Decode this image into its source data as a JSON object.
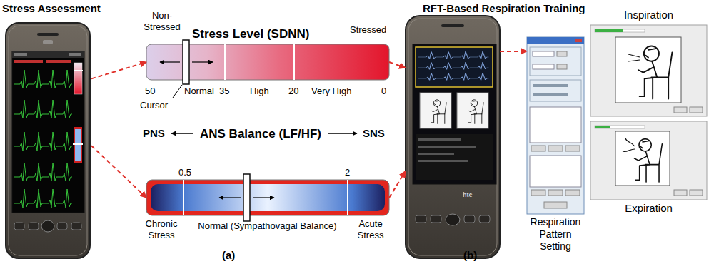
{
  "diagram": {
    "nodes": [
      {
        "text": [
          "Stress Assessment"
        ]
      },
      {
        "text": [
          "Stress Level (SDNN)"
        ]
      },
      {
        "text": [
          "ANS Balance (LF/HF)"
        ]
      },
      {
        "text": [
          "htc"
        ]
      },
      {
        "text": [
          "Respiration Pattern Setting"
        ]
      },
      {
        "text": [
          "Inspiration"
        ]
      },
      {
        "text": [
          "Expiration"
        ]
      }
    ],
    "edges": [
      {
        "from": 0,
        "to": 1,
        "arrow": "to"
      },
      {
        "from": 0,
        "to": 2,
        "arrow": "to"
      },
      {
        "from": 1,
        "to": 3,
        "arrow": "to"
      },
      {
        "from": 2,
        "to": 3,
        "arrow": "to"
      },
      {
        "from": 3,
        "to": 4,
        "arrow": "to"
      }
    ],
    "labels": [
      "Non-Stressed",
      "Stressed",
      "50",
      "35",
      "20",
      "0",
      "Normal",
      "High",
      "Very High",
      "Cursor",
      "PNS",
      "SNS",
      "0.5",
      "2",
      "Chronic Stress",
      "Normal (Sympathovagal Balance)",
      "Acute Stress",
      "(a)",
      "RFT-Based Respiration Training",
      "(b)"
    ]
  }
}
